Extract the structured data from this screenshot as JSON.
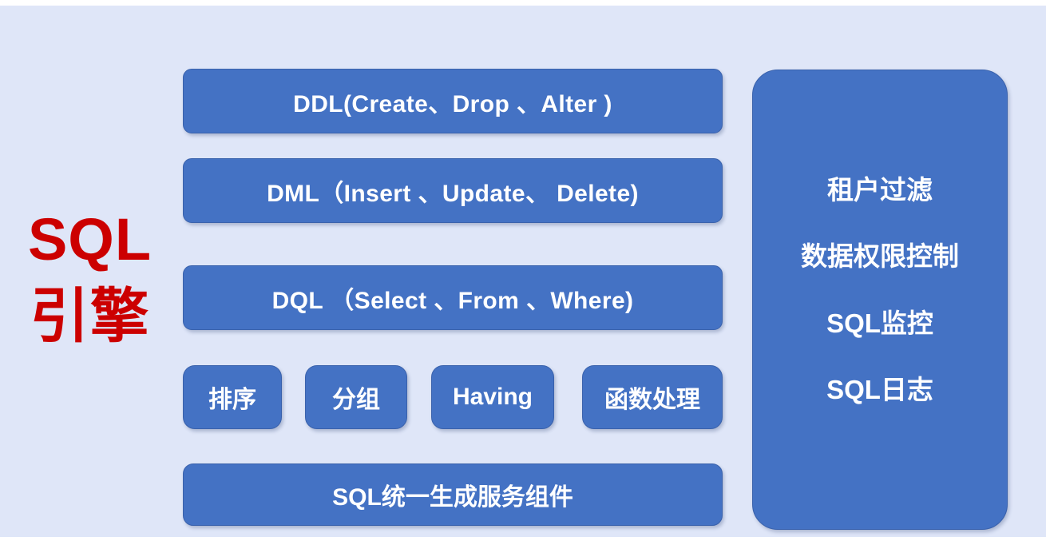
{
  "theme": {
    "background_color": "#dfe6f8",
    "box_fill_color": "#4472c4",
    "box_border_color": "#3a62ac",
    "box_text_color": "#ffffff",
    "accent_text_color": "#cc0000"
  },
  "left_label": {
    "line1": "SQL",
    "line2": "引擎"
  },
  "statement_rows": [
    {
      "label": "DDL(Create、Drop 、Alter )"
    },
    {
      "label": "DML（Insert 、Update、 Delete)"
    },
    {
      "label": "DQL （Select 、From 、Where)"
    }
  ],
  "clause_chips": [
    {
      "label": "排序"
    },
    {
      "label": "分组"
    },
    {
      "label": "Having"
    },
    {
      "label": "函数处理"
    }
  ],
  "bottom_bar": {
    "label": "SQL统一生成服务组件"
  },
  "right_panel": {
    "items": [
      {
        "label": "租户过滤"
      },
      {
        "label": "数据权限控制"
      },
      {
        "label": "SQL监控"
      },
      {
        "label": "SQL日志"
      }
    ]
  }
}
